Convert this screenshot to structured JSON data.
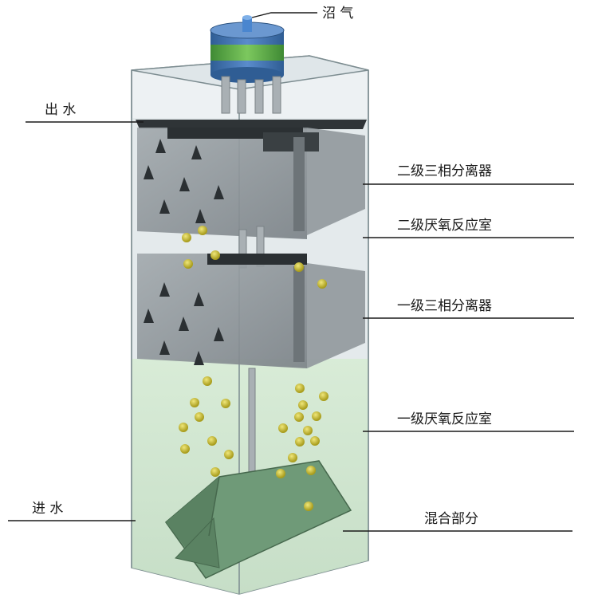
{
  "labels": {
    "biogas": "沼 气",
    "outlet": "出 水",
    "separator_2": "二级三相分离器",
    "chamber_2": "二级厌氧反应室",
    "separator_1": "一级三相分离器",
    "chamber_1": "一级厌氧反应室",
    "inlet": "进 水",
    "mixing": "混合部分"
  },
  "colors": {
    "tank_edge": "#7c8c90",
    "glass": "#e6ecef",
    "gray_baffle": "#8f969b",
    "dark_baffle": "#3c4245",
    "water": "#cfe6cf",
    "bubble": "#c6bb2e",
    "green_cover": "#6f9a78",
    "cap_blue": "#3d6fa8",
    "cap_green": "#5fae4c"
  },
  "icons": [
    "biogas-cap-icon",
    "gas-bubble-icon",
    "triangular-baffle-icon"
  ]
}
